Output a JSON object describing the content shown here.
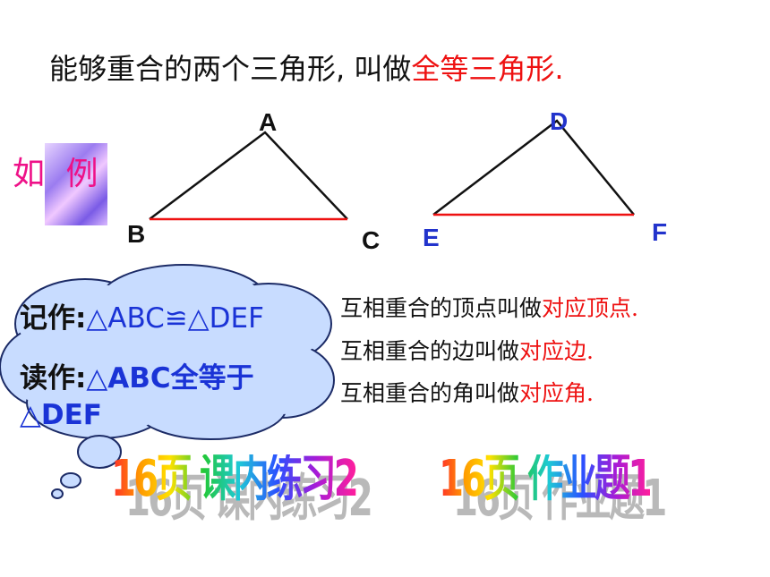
{
  "title": {
    "prefix": "能够重合的两个三角形, 叫做",
    "highlight": "全等三角形."
  },
  "example_label": "如 例",
  "triangle_abc": {
    "vertices": [
      "A",
      "B",
      "C"
    ]
  },
  "triangle_def": {
    "vertices": [
      "D",
      "E",
      "F"
    ]
  },
  "notation": {
    "written_label": "记作:",
    "written_value": "△ABC≌△DEF",
    "read_label": "读作:",
    "read_value_1": "△ABC全等于",
    "read_value_2": "△DEF"
  },
  "definitions": [
    {
      "text": "互相重合的顶点叫做",
      "highlight": "对应顶点."
    },
    {
      "text": "互相重合的边叫做",
      "highlight": "对应边."
    },
    {
      "text": "互相重合的角叫做",
      "highlight": "对应角."
    }
  ],
  "wordart": {
    "left": "16页 课内练习2",
    "right": "16页 作业题1"
  },
  "colors": {
    "highlight": "#ee1111",
    "label_blue": "#2233cc",
    "cloud_fill": "#c8dcff",
    "base_edge": "#ee1111"
  }
}
